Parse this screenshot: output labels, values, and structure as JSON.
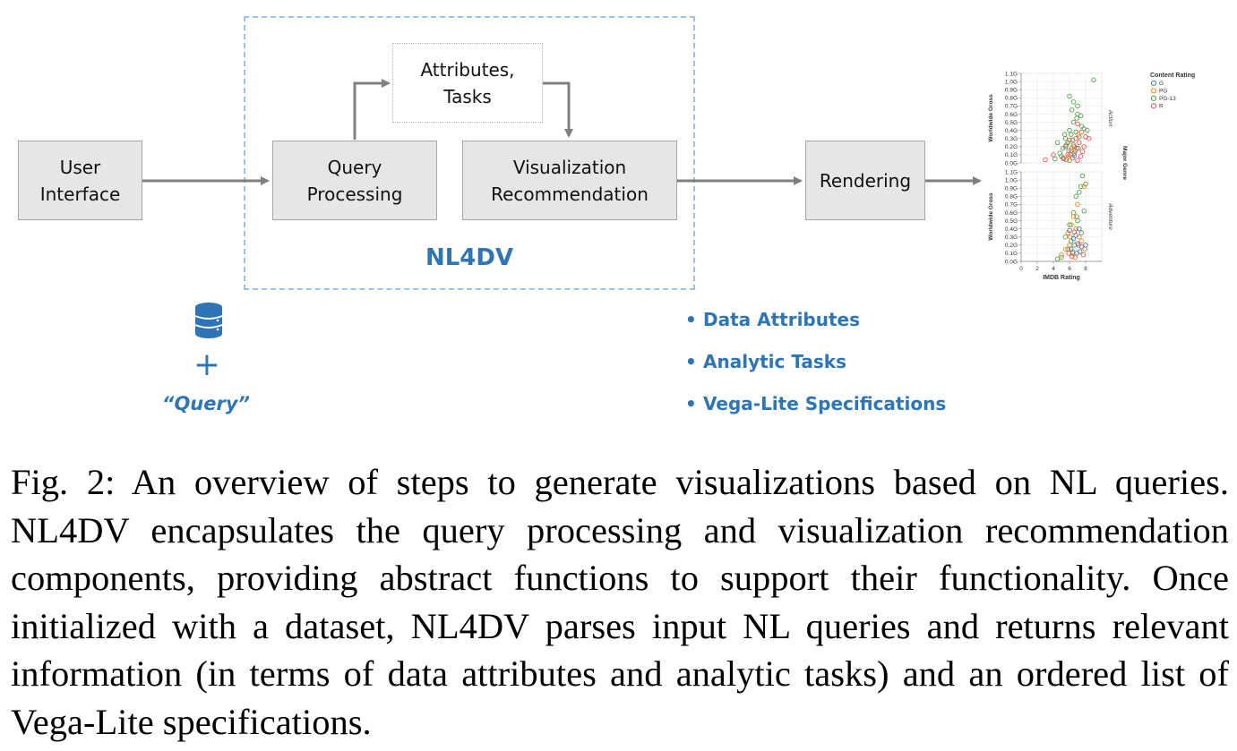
{
  "diagram": {
    "boxes": {
      "user_interface": "User\nInterface",
      "query_processing": "Query\nProcessing",
      "attributes_tasks": "Attributes,\nTasks",
      "visualization_recommendation": "Visualization\nRecommendation",
      "rendering": "Rendering"
    },
    "group_label": "NL4DV",
    "input": {
      "icon": "database-icon",
      "plus": "+",
      "query": "“Query”"
    },
    "outputs": [
      "Data Attributes",
      "Analytic Tasks",
      "Vega-Lite Specifications"
    ],
    "colors": {
      "accent": "#2e75b6",
      "dashed_border": "#9dc3e6",
      "box_fill": "#e7e6e6",
      "arrow": "#7f7f7f"
    }
  },
  "chart_data": {
    "type": "scatter",
    "xlabel": "IMDB Rating",
    "ylabel": "Worldwide Gross",
    "facet_label": "Major Genre",
    "xlim": [
      0,
      10
    ],
    "x_ticks": [
      "0",
      "2",
      "4",
      "6",
      "8"
    ],
    "ylim": [
      0,
      1.1
    ],
    "y_ticks": [
      "0.0G",
      "0.1G",
      "0.2G",
      "0.3G",
      "0.4G",
      "0.5G",
      "0.6G",
      "0.7G",
      "0.8G",
      "0.9G",
      "1.0G",
      "1.1G"
    ],
    "legend_title": "Content Rating",
    "legend_position": "right",
    "legend": [
      {
        "name": "G",
        "color": "#4c78a8"
      },
      {
        "name": "PG",
        "color": "#f58518"
      },
      {
        "name": "PG-13",
        "color": "#54a24b"
      },
      {
        "name": "R",
        "color": "#e45756"
      }
    ],
    "grid": true,
    "facets": [
      {
        "label": "Action",
        "series": [
          {
            "name": "PG-13",
            "points": [
              [
                9.0,
                1.02
              ],
              [
                6.0,
                0.82
              ],
              [
                6.5,
                0.75
              ],
              [
                7.0,
                0.7
              ],
              [
                5.5,
                0.3
              ],
              [
                6.0,
                0.4
              ],
              [
                6.5,
                0.5
              ],
              [
                7.0,
                0.6
              ],
              [
                5.8,
                0.25
              ],
              [
                6.2,
                0.35
              ],
              [
                7.5,
                0.45
              ],
              [
                6.8,
                0.38
              ],
              [
                5.2,
                0.18
              ],
              [
                4.8,
                0.12
              ],
              [
                6.4,
                0.28
              ],
              [
                7.2,
                0.32
              ],
              [
                5.6,
                0.22
              ],
              [
                6.6,
                0.2
              ],
              [
                7.8,
                0.42
              ],
              [
                8.2,
                0.4
              ],
              [
                5.9,
                0.15
              ],
              [
                6.1,
                0.1
              ],
              [
                5.0,
                0.08
              ],
              [
                4.5,
                0.25
              ],
              [
                6.9,
                0.55
              ],
              [
                6.3,
                0.65
              ],
              [
                7.4,
                0.58
              ],
              [
                5.4,
                0.35
              ],
              [
                6.7,
                0.15
              ],
              [
                4.2,
                0.05
              ],
              [
                5.3,
                0.05
              ],
              [
                6.0,
                0.03
              ],
              [
                7.1,
                0.18
              ]
            ]
          },
          {
            "name": "R",
            "points": [
              [
                7.0,
                0.48
              ],
              [
                7.5,
                0.38
              ],
              [
                6.8,
                0.3
              ],
              [
                6.0,
                0.28
              ],
              [
                5.5,
                0.2
              ],
              [
                6.5,
                0.22
              ],
              [
                7.2,
                0.25
              ],
              [
                8.0,
                0.32
              ],
              [
                6.2,
                0.15
              ],
              [
                5.8,
                0.1
              ],
              [
                7.8,
                0.2
              ],
              [
                6.6,
                0.12
              ],
              [
                7.4,
                0.08
              ],
              [
                5.2,
                0.06
              ],
              [
                3.0,
                0.04
              ],
              [
                4.0,
                0.1
              ],
              [
                6.4,
                0.06
              ],
              [
                7.6,
                0.14
              ],
              [
                8.4,
                0.3
              ],
              [
                6.9,
                0.18
              ],
              [
                5.6,
                0.04
              ],
              [
                7.0,
                0.03
              ]
            ]
          },
          {
            "name": "PG",
            "points": [
              [
                6.3,
                0.18
              ],
              [
                7.1,
                0.35
              ],
              [
                5.9,
                0.08
              ]
            ]
          },
          {
            "name": "G",
            "points": [
              [
                6.6,
                0.09
              ]
            ]
          }
        ]
      },
      {
        "label": "Adventure",
        "series": [
          {
            "name": "PG-13",
            "points": [
              [
                7.6,
                1.05
              ],
              [
                8.0,
                0.95
              ],
              [
                7.4,
                0.92
              ],
              [
                7.2,
                0.85
              ],
              [
                6.8,
                0.8
              ],
              [
                6.5,
                0.6
              ],
              [
                6.0,
                0.45
              ],
              [
                7.0,
                0.5
              ],
              [
                5.5,
                0.3
              ],
              [
                6.2,
                0.25
              ],
              [
                7.5,
                0.35
              ],
              [
                6.6,
                0.2
              ],
              [
                5.8,
                0.15
              ],
              [
                6.4,
                0.1
              ],
              [
                5.0,
                0.05
              ],
              [
                4.5,
                0.03
              ],
              [
                7.8,
                0.62
              ],
              [
                6.9,
                0.55
              ]
            ]
          },
          {
            "name": "PG",
            "points": [
              [
                7.8,
                0.92
              ],
              [
                7.0,
                0.7
              ],
              [
                6.5,
                0.55
              ],
              [
                6.2,
                0.45
              ],
              [
                6.8,
                0.4
              ],
              [
                7.2,
                0.3
              ],
              [
                5.8,
                0.35
              ],
              [
                6.0,
                0.2
              ],
              [
                7.5,
                0.25
              ],
              [
                6.4,
                0.12
              ],
              [
                5.5,
                0.15
              ],
              [
                5.0,
                0.08
              ],
              [
                6.7,
                0.05
              ],
              [
                7.9,
                0.15
              ],
              [
                6.1,
                0.3
              ]
            ]
          },
          {
            "name": "G",
            "points": [
              [
                7.2,
                0.4
              ],
              [
                6.8,
                0.32
              ],
              [
                6.5,
                0.28
              ],
              [
                7.0,
                0.22
              ],
              [
                7.5,
                0.18
              ],
              [
                6.2,
                0.15
              ],
              [
                8.0,
                0.2
              ],
              [
                6.9,
                0.1
              ],
              [
                6.0,
                0.38
              ],
              [
                7.3,
                0.12
              ]
            ]
          },
          {
            "name": "R",
            "points": [
              [
                6.6,
                0.36
              ],
              [
                7.1,
                0.2
              ],
              [
                5.9,
                0.1
              ],
              [
                6.3,
                0.06
              ],
              [
                7.7,
                0.08
              ]
            ]
          }
        ]
      }
    ]
  },
  "caption": "Fig. 2: An overview of steps to generate visualizations based on NL queries. NL4DV encapsulates the query processing and visualization recommendation components, providing abstract functions to support their functionality. Once initialized with a dataset, NL4DV parses input NL queries and returns relevant information (in terms of data attributes and analytic tasks) and an ordered list of Vega-Lite specifications."
}
